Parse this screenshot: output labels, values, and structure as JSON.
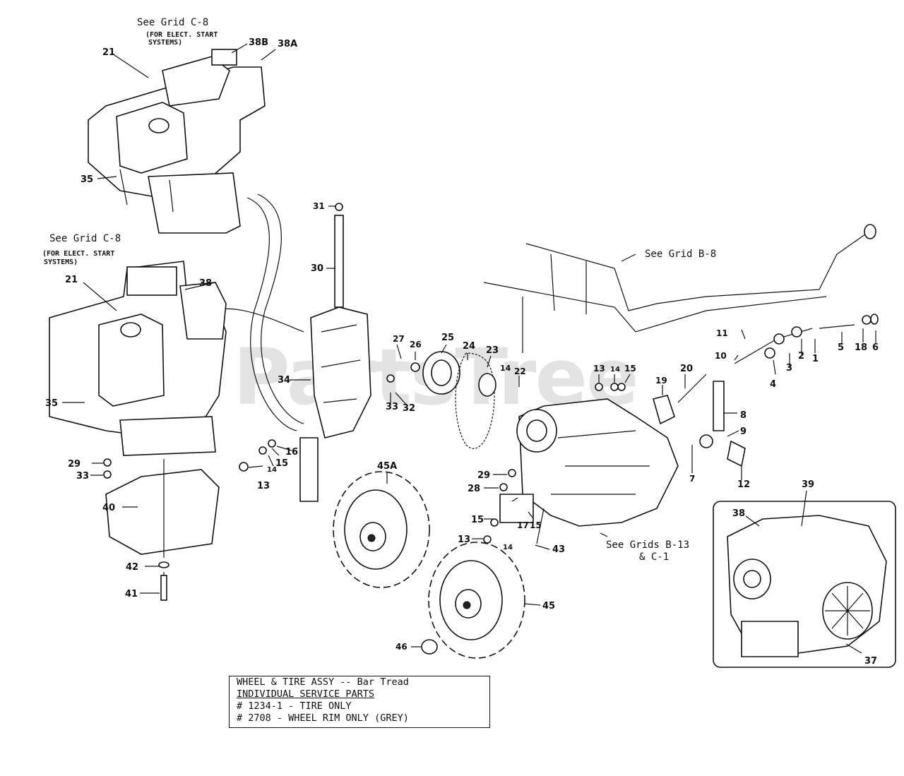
{
  "watermark": "PartsTree",
  "callouts": [
    {
      "id": "c-21a",
      "text": "21"
    },
    {
      "id": "c-38b",
      "text": "38B"
    },
    {
      "id": "c-38a",
      "text": "38A"
    },
    {
      "id": "c-35a",
      "text": "35"
    },
    {
      "id": "c-31",
      "text": "31"
    },
    {
      "id": "c-30",
      "text": "30"
    },
    {
      "id": "c-21b",
      "text": "21"
    },
    {
      "id": "c-38",
      "text": "38"
    },
    {
      "id": "c-35b",
      "text": "35"
    },
    {
      "id": "c-34",
      "text": "34"
    },
    {
      "id": "c-27",
      "text": "27"
    },
    {
      "id": "c-26",
      "text": "26"
    },
    {
      "id": "c-25",
      "text": "25"
    },
    {
      "id": "c-24",
      "text": "24"
    },
    {
      "id": "c-23",
      "text": "23"
    },
    {
      "id": "c-14a",
      "text": "14"
    },
    {
      "id": "c-22",
      "text": "22"
    },
    {
      "id": "c-33a",
      "text": "33"
    },
    {
      "id": "c-32",
      "text": "32"
    },
    {
      "id": "c-13a",
      "text": "13"
    },
    {
      "id": "c-14b",
      "text": "14"
    },
    {
      "id": "c-15a",
      "text": "15"
    },
    {
      "id": "c-19",
      "text": "19"
    },
    {
      "id": "c-20",
      "text": "20"
    },
    {
      "id": "c-11",
      "text": "11"
    },
    {
      "id": "c-10",
      "text": "10"
    },
    {
      "id": "c-4",
      "text": "4"
    },
    {
      "id": "c-3",
      "text": "3"
    },
    {
      "id": "c-2",
      "text": "2"
    },
    {
      "id": "c-1",
      "text": "1"
    },
    {
      "id": "c-5",
      "text": "5"
    },
    {
      "id": "c-18",
      "text": "18"
    },
    {
      "id": "c-6",
      "text": "6"
    },
    {
      "id": "c-8",
      "text": "8"
    },
    {
      "id": "c-9",
      "text": "9"
    },
    {
      "id": "c-7",
      "text": "7"
    },
    {
      "id": "c-12",
      "text": "12"
    },
    {
      "id": "c-29a",
      "text": "29"
    },
    {
      "id": "c-33b",
      "text": "33"
    },
    {
      "id": "c-16",
      "text": "16"
    },
    {
      "id": "c-15b",
      "text": "15"
    },
    {
      "id": "c-14c",
      "text": "14"
    },
    {
      "id": "c-13b",
      "text": "13"
    },
    {
      "id": "c-45a",
      "text": "45A"
    },
    {
      "id": "c-29b",
      "text": "29"
    },
    {
      "id": "c-28",
      "text": "28"
    },
    {
      "id": "c-15c",
      "text": "15"
    },
    {
      "id": "c-17",
      "text": "17"
    },
    {
      "id": "c-15d",
      "text": "15"
    },
    {
      "id": "c-13c",
      "text": "13"
    },
    {
      "id": "c-14d",
      "text": "14"
    },
    {
      "id": "c-43",
      "text": "43"
    },
    {
      "id": "c-39",
      "text": "39"
    },
    {
      "id": "c-38c",
      "text": "38"
    },
    {
      "id": "c-40",
      "text": "40"
    },
    {
      "id": "c-42",
      "text": "42"
    },
    {
      "id": "c-41",
      "text": "41"
    },
    {
      "id": "c-45",
      "text": "45"
    },
    {
      "id": "c-46",
      "text": "46"
    },
    {
      "id": "c-37",
      "text": "37"
    }
  ],
  "notes": {
    "grid_c8_top": "See Grid C-8",
    "elect_top_1": "(FOR ELECT. START",
    "elect_top_2": "SYSTEMS)",
    "grid_c8_mid": "See Grid C-8",
    "elect_mid_1": "(FOR ELECT. START",
    "elect_mid_2": "SYSTEMS)",
    "grid_b8": "See Grid B-8",
    "grids_b13_1": "See Grids B-13",
    "grids_b13_2": "& C-1"
  },
  "legend": {
    "line1": "WHEEL & TIRE ASSY -- Bar Tread",
    "line2": "INDIVIDUAL SERVICE PARTS",
    "line3": "# 1234-1   - TIRE ONLY",
    "line4": "#  2708     - WHEEL RIM ONLY (GREY)"
  }
}
